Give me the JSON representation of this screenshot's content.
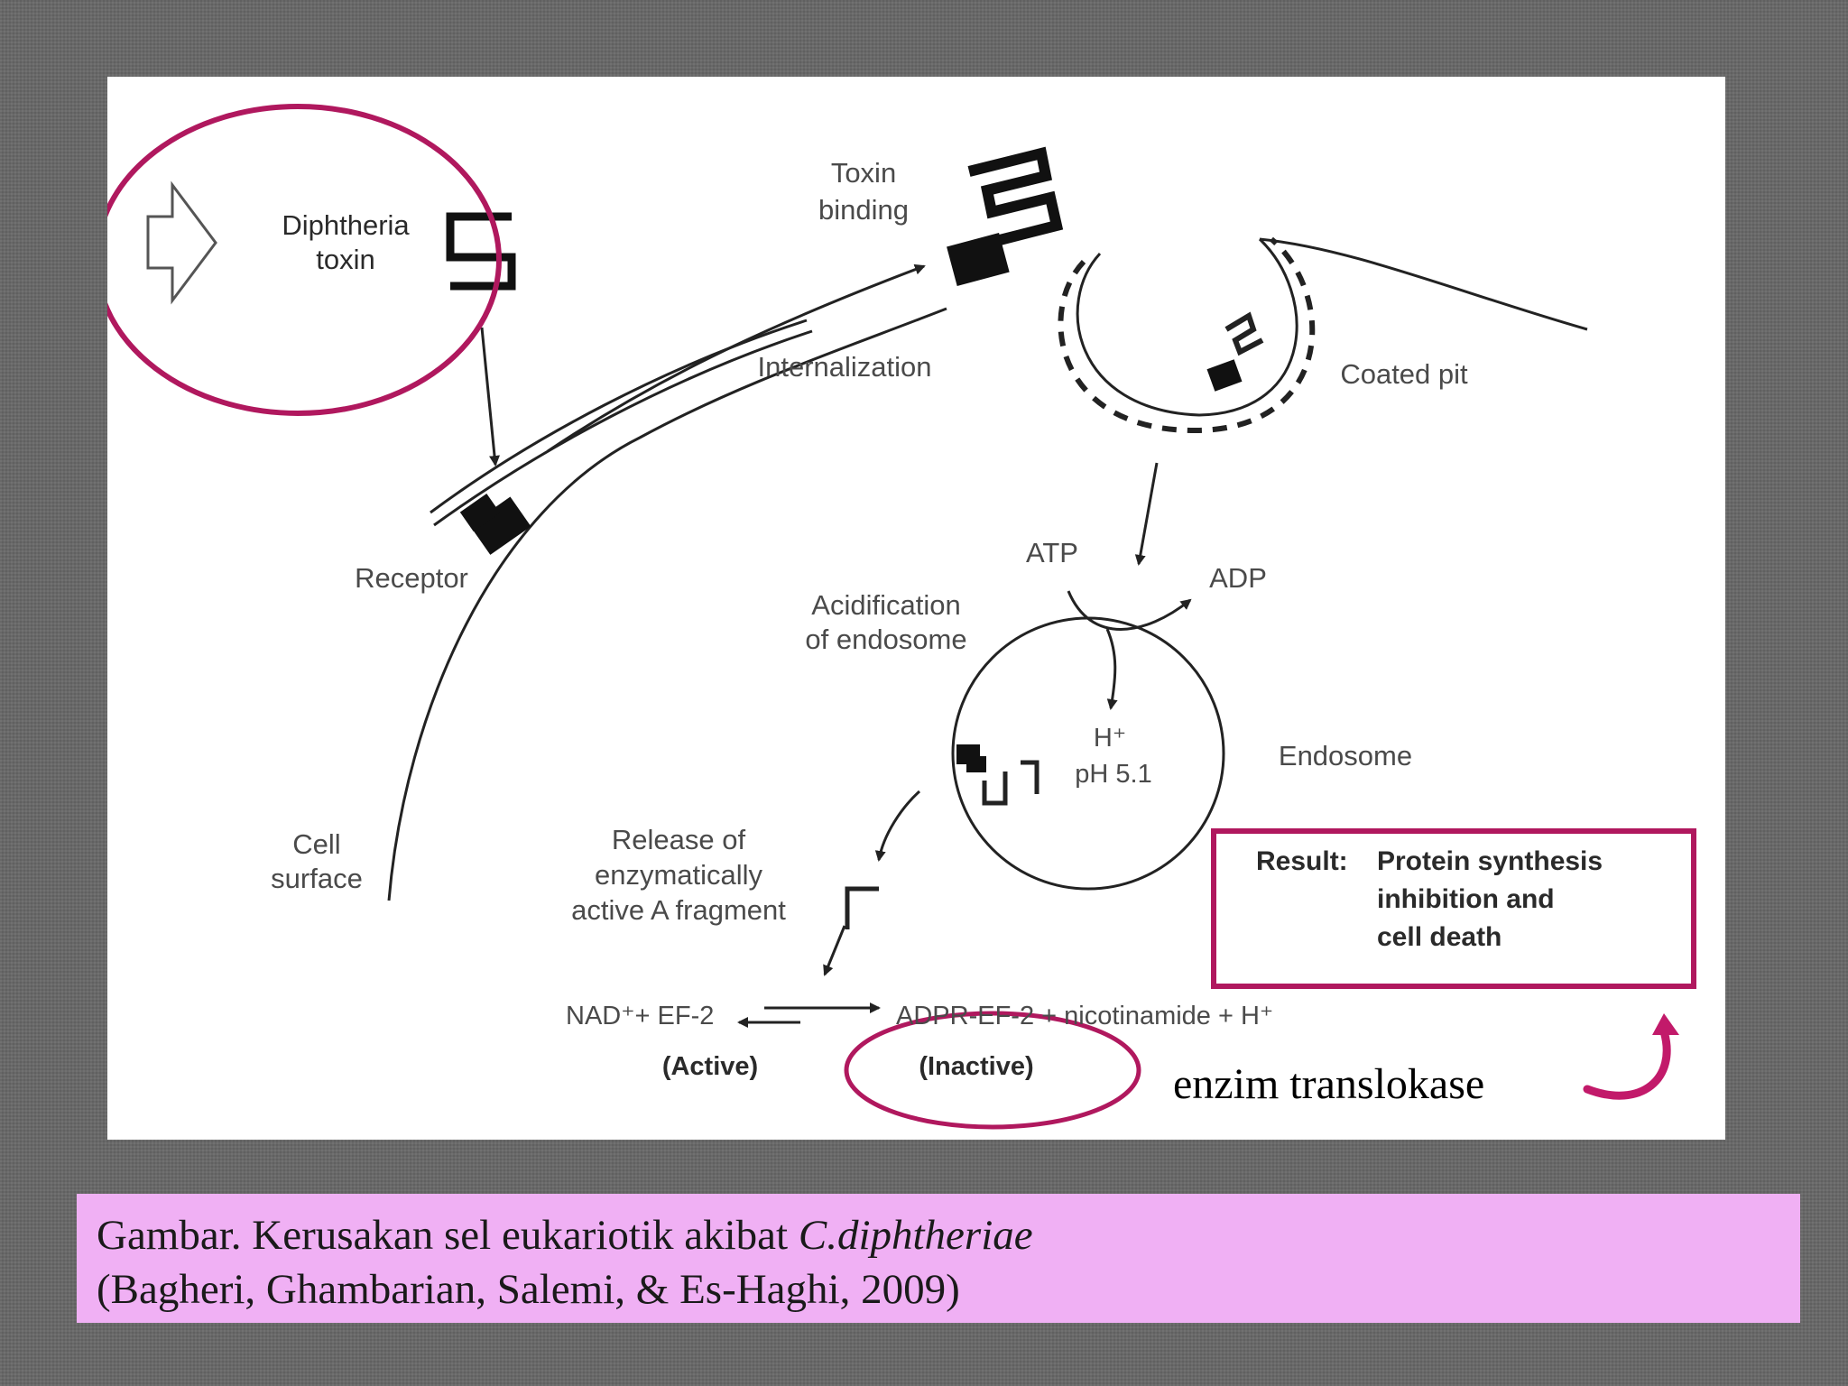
{
  "diagram": {
    "labels": {
      "diphtheria_toxin_line1": "Diphtheria",
      "diphtheria_toxin_line2": "toxin",
      "toxin_binding_line1": "Toxin",
      "toxin_binding_line2": "binding",
      "internalization": "Internalization",
      "coated_pit": "Coated pit",
      "receptor": "Receptor",
      "atp": "ATP",
      "adp": "ADP",
      "acidification_line1": "Acidification",
      "acidification_line2": "of endosome",
      "h_plus": "H⁺",
      "ph": "pH 5.1",
      "endosome": "Endosome",
      "cell_surface_line1": "Cell",
      "cell_surface_line2": "surface",
      "release_line1": "Release of",
      "release_line2": "enzymatically",
      "release_line3": "active A fragment",
      "result_label": "Result:",
      "result_line1": "Protein synthesis",
      "result_line2": "inhibition and",
      "result_line3": "cell death",
      "equation_left": "NAD⁺+ EF-2",
      "equation_right": "ADPR-EF-2 + nicotinamide + H⁺",
      "active": "(Active)",
      "inactive": "(Inactive)"
    },
    "annotation": {
      "enzim_translokase": "enzim translokase"
    },
    "colors": {
      "highlight": "#b0185e",
      "arrow": "#c21a6a",
      "caption_bg": "#f0b0f4",
      "page_bg": "#676767"
    }
  },
  "caption": {
    "line1_prefix": "Gambar. Kerusakan sel eukariotik akibat ",
    "line1_species": "C.diphtheriae",
    "line2": "(Bagheri, Ghambarian, Salemi, & Es-Haghi, 2009)"
  }
}
